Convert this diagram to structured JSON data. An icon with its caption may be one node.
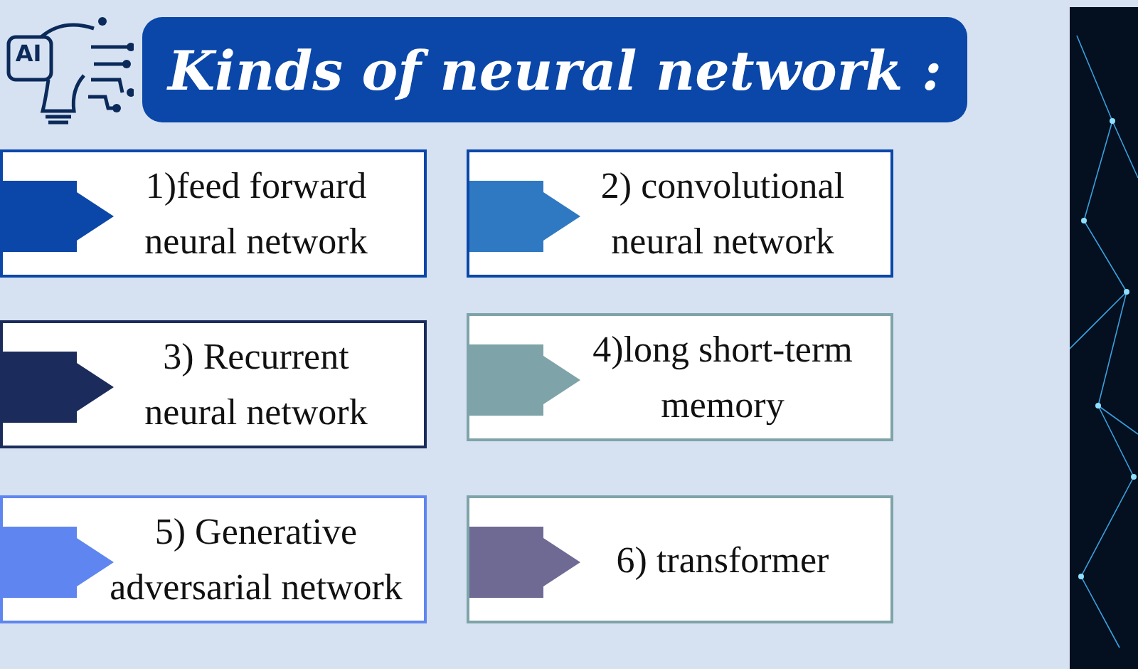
{
  "diagram": {
    "title": "Kinds of neural network :",
    "nodes": [
      {
        "text": [
          "1)feed forward neural network"
        ]
      },
      {
        "text": [
          "2) convolutional neural network"
        ]
      },
      {
        "text": [
          "3) Recurrent neural network"
        ]
      },
      {
        "text": [
          "4)long short-term memory"
        ]
      },
      {
        "text": [
          "5) Generative adversarial network"
        ]
      },
      {
        "text": [
          "6) transformer"
        ]
      },
      {
        "text": [],
        "shape": "arrow",
        "in": 0
      },
      {
        "text": [],
        "shape": "arrow",
        "in": 1
      },
      {
        "text": [],
        "shape": "arrow",
        "in": 2
      },
      {
        "text": [],
        "shape": "arrow",
        "in": 3
      },
      {
        "text": [],
        "shape": "arrow",
        "in": 4
      },
      {
        "text": [],
        "shape": "arrow",
        "in": 5
      }
    ],
    "labels": [
      "AI"
    ]
  }
}
